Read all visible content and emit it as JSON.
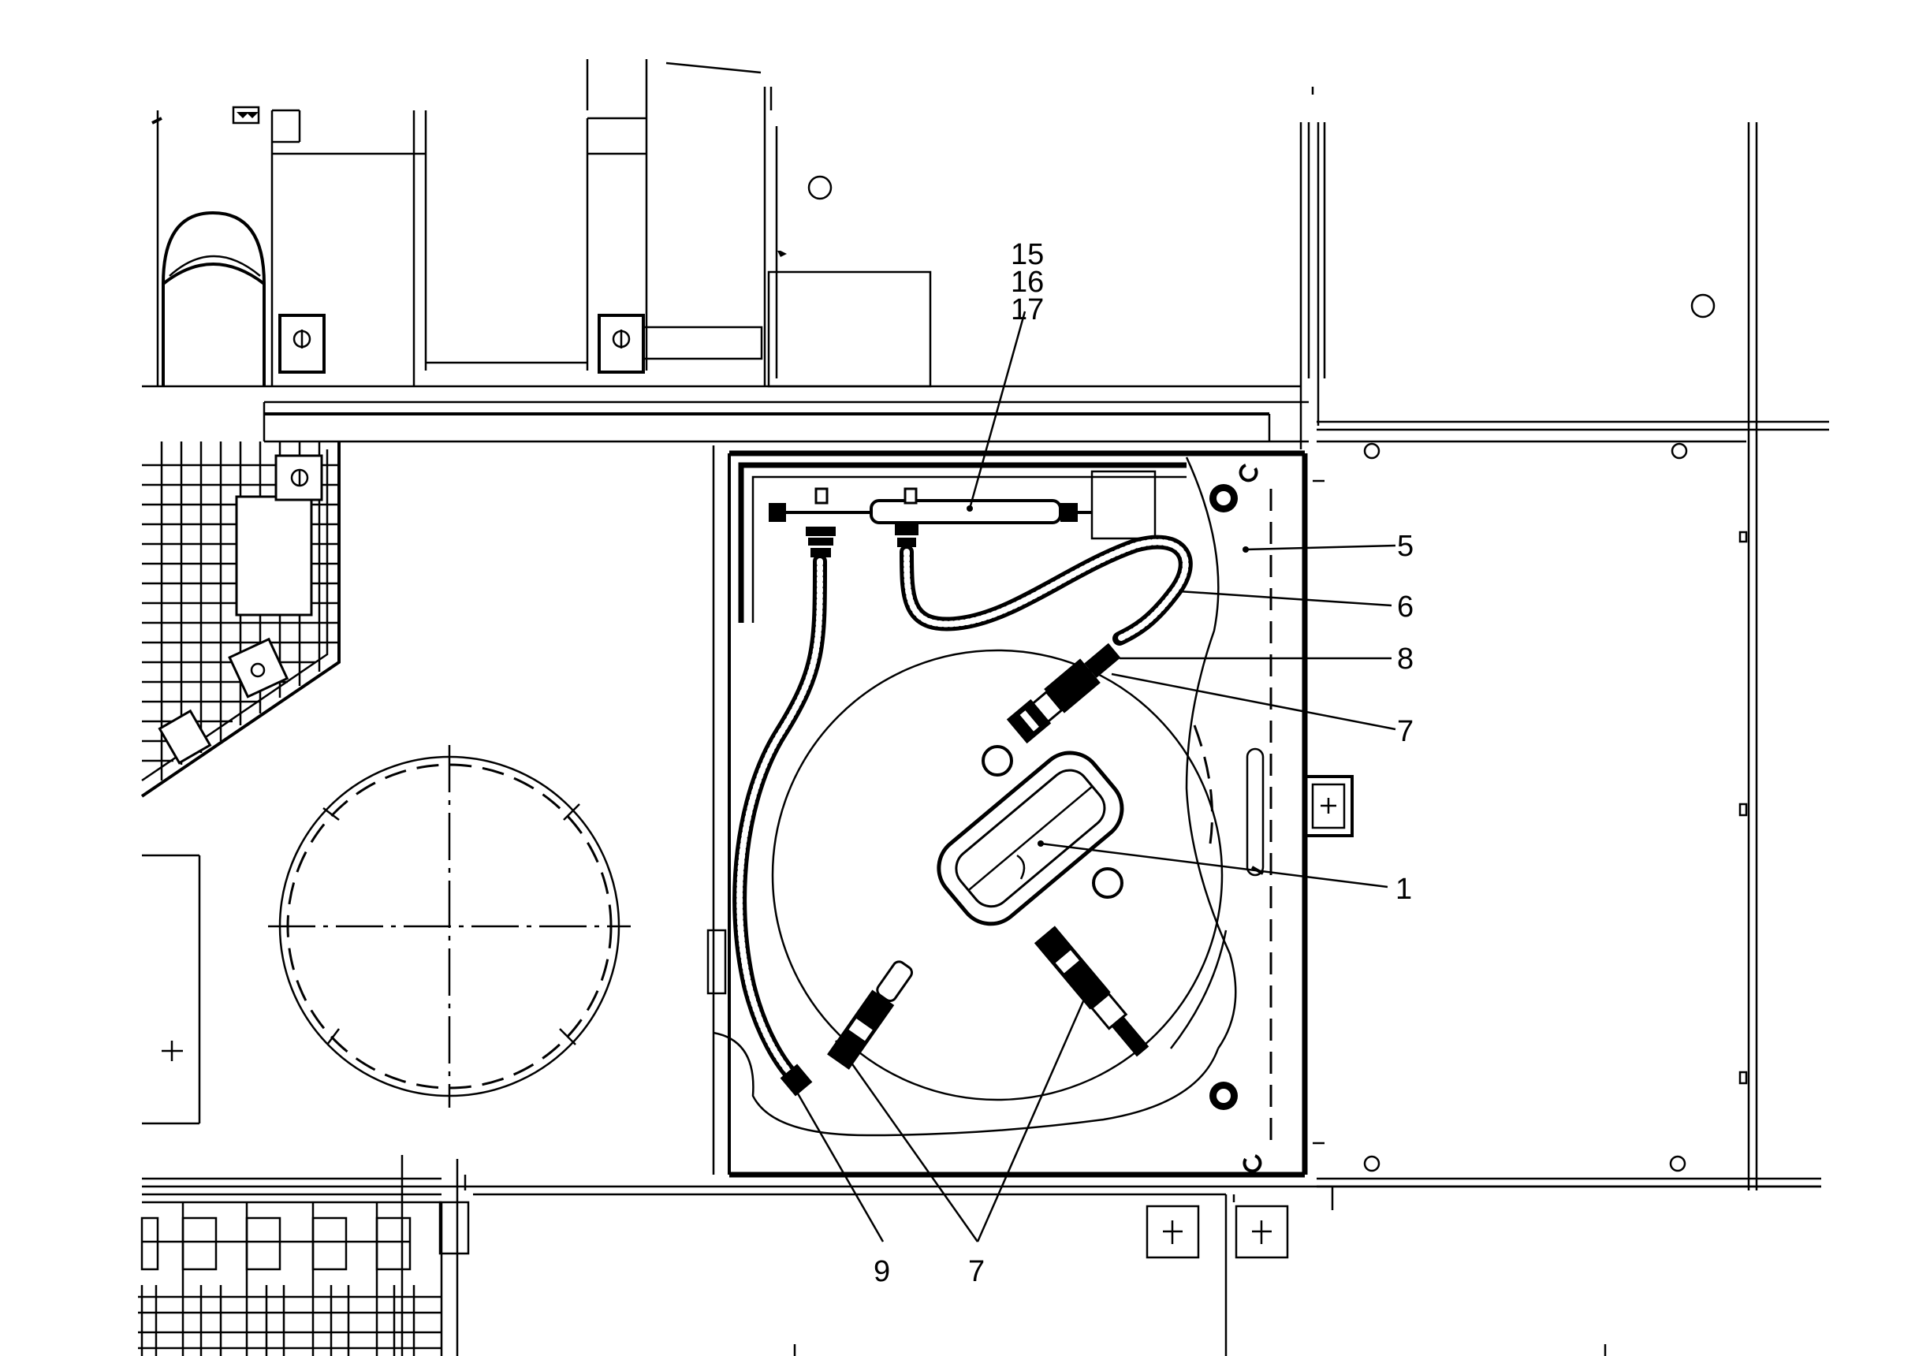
{
  "callouts": {
    "c15": "15",
    "c16": "16",
    "c17": "17",
    "c5": "5",
    "c6": "6",
    "c8": "8",
    "c7_right": "7",
    "c1": "1",
    "c9": "9",
    "c7_bottom": "7"
  }
}
